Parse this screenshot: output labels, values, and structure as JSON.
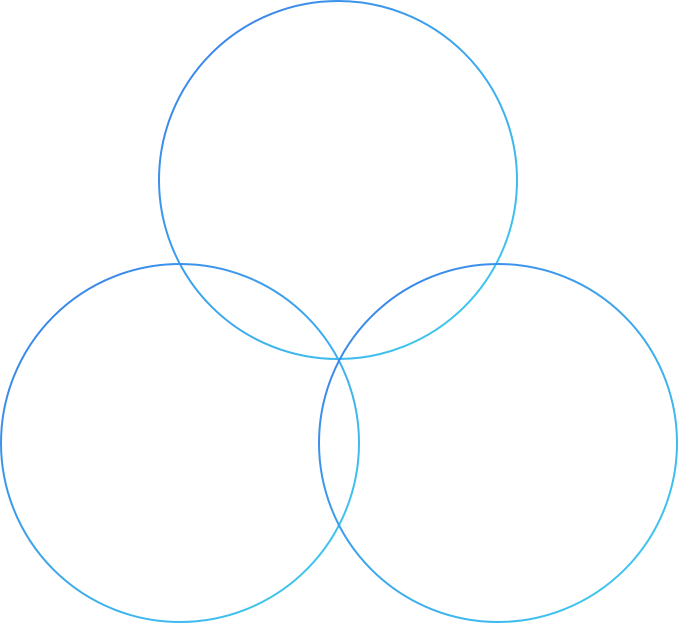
{
  "diagram": {
    "type": "three-circle-venn",
    "labels": [],
    "colors": {
      "gradient_start": "#3a7de8",
      "gradient_end": "#3fd0ef",
      "background": "#ffffff"
    },
    "circles": [
      {
        "name": "venn-circle-top"
      },
      {
        "name": "venn-circle-bottom-left"
      },
      {
        "name": "venn-circle-bottom-right"
      }
    ]
  }
}
